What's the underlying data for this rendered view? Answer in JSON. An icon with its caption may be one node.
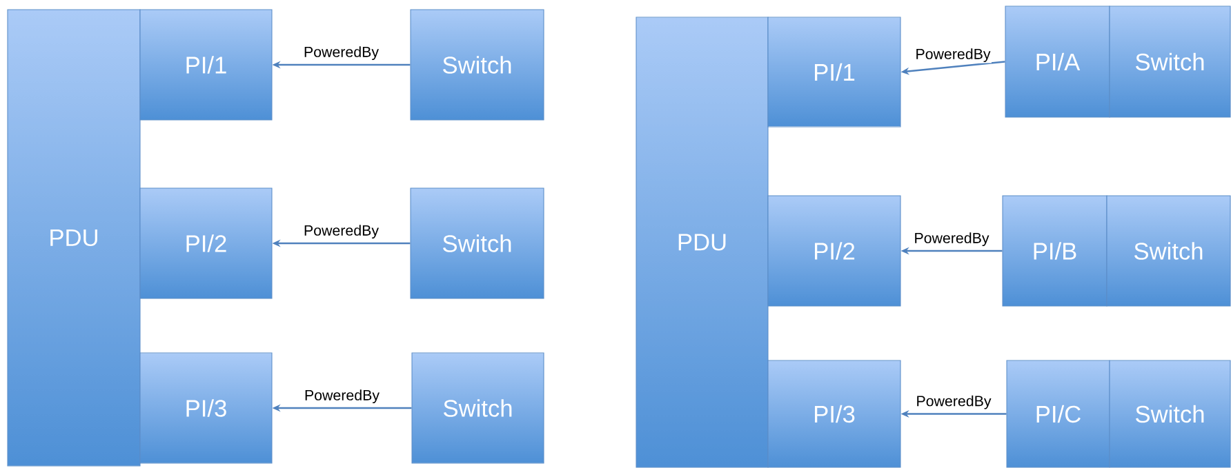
{
  "diagram": {
    "nodes": [
      {
        "text": [
          "PDU"
        ]
      },
      {
        "text": [
          "PI/1"
        ]
      },
      {
        "text": [
          "Switch"
        ]
      },
      {
        "text": [
          "PI/2"
        ]
      },
      {
        "text": [
          "Switch"
        ]
      },
      {
        "text": [
          "PI/3"
        ]
      },
      {
        "text": [
          "Switch"
        ]
      },
      {
        "text": [
          "PDU"
        ]
      },
      {
        "text": [
          "PI/1"
        ]
      },
      {
        "text": [
          "PI/A"
        ]
      },
      {
        "text": [
          "Switch"
        ]
      },
      {
        "text": [
          "PI/2"
        ]
      },
      {
        "text": [
          "PI/B"
        ]
      },
      {
        "text": [
          "Switch"
        ]
      },
      {
        "text": [
          "PI/3"
        ]
      },
      {
        "text": [
          "PI/C"
        ]
      },
      {
        "text": [
          "Switch"
        ]
      }
    ],
    "edges": [
      {
        "from": 2,
        "to": 1,
        "arrow": "to",
        "label": "PoweredBy"
      },
      {
        "from": 4,
        "to": 3,
        "arrow": "to",
        "label": "PoweredBy"
      },
      {
        "from": 6,
        "to": 5,
        "arrow": "to",
        "label": "PoweredBy"
      },
      {
        "from": 9,
        "to": 8,
        "arrow": "to",
        "label": "PoweredBy"
      },
      {
        "from": 12,
        "to": 11,
        "arrow": "to",
        "label": "PoweredBy"
      },
      {
        "from": 15,
        "to": 14,
        "arrow": "to",
        "label": "PoweredBy"
      }
    ]
  }
}
